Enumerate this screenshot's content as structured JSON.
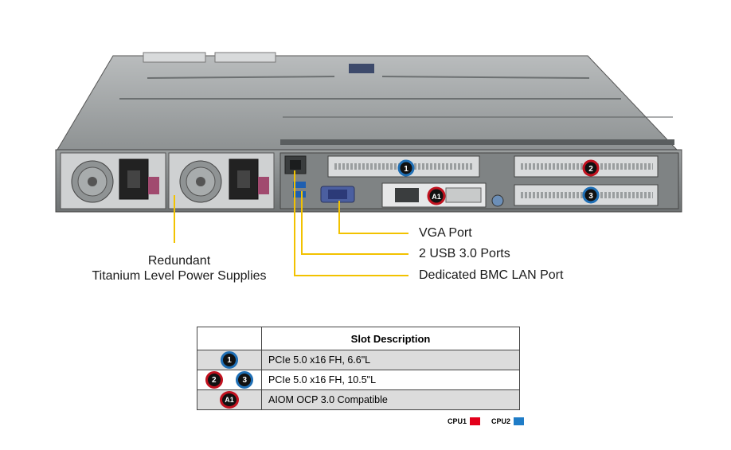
{
  "callouts": {
    "vga": "VGA Port",
    "usb": "2 USB 3.0 Ports",
    "bmc": "Dedicated BMC LAN Port",
    "psu_line1": "Redundant",
    "psu_line2": "Titanium  Level Power Supplies"
  },
  "server_badges": {
    "slot1": "1",
    "slot2": "2",
    "slot3": "3",
    "aiom": "A1"
  },
  "table": {
    "header": "Slot Description",
    "rows": [
      {
        "badges": [
          "1"
        ],
        "description": "PCIe 5.0 x16 FH, 6.6\"L"
      },
      {
        "badges": [
          "2",
          "3"
        ],
        "description": "PCIe 5.0 x16 FH, 10.5\"L"
      },
      {
        "badges": [
          "A1"
        ],
        "description": "AIOM OCP 3.0 Compatible"
      }
    ]
  },
  "legend": {
    "cpu1_label": "CPU1",
    "cpu1_color": "#e3001b",
    "cpu2_label": "CPU2",
    "cpu2_color": "#1f7cc7"
  },
  "colors": {
    "cpu1_ring": "#c1121f",
    "cpu2_ring": "#1f6fb5",
    "leader_line": "#f2c200"
  }
}
